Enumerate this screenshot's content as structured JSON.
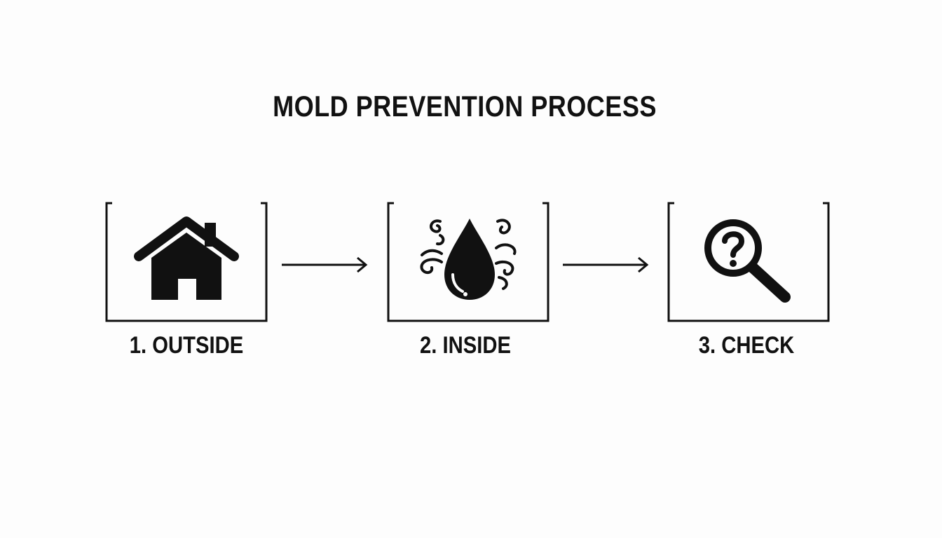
{
  "title": "MOLD PREVENTION PROCESS",
  "steps": [
    {
      "label": "1. OUTSIDE",
      "icon": "house-icon"
    },
    {
      "label": "2. INSIDE",
      "icon": "water-drop-icon"
    },
    {
      "label": "3. CHECK",
      "icon": "magnifier-question-icon"
    }
  ],
  "colors": {
    "ink": "#111111",
    "background": "#fdfdfd"
  }
}
